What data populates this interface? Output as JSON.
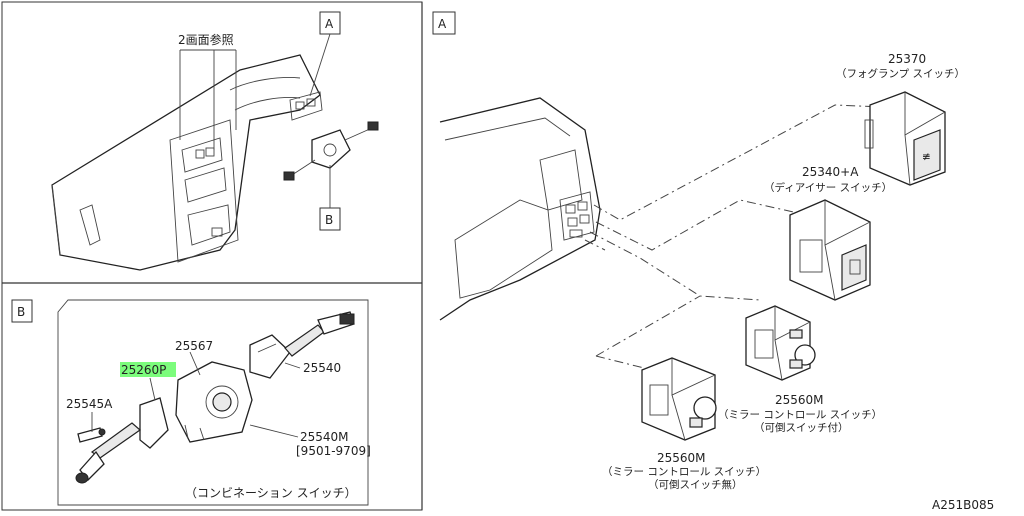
{
  "callouts": {
    "a_label": "A",
    "b_label": "B",
    "see_page2": "2画面参照",
    "b_panel_label": "B",
    "a_panel_label": "A"
  },
  "parts": {
    "p25370_no": "25370",
    "p25370_name": "（フォグランプ スイッチ）",
    "p25340_no": "25340+A",
    "p25340_name": "（ディアイサー スイッチ）",
    "p25560_right_no": "25560M",
    "p25560_right_name": "（ミラー コントロール スイッチ）",
    "p25560_right_note": "（可倒スイッチ付）",
    "p25560_left_no": "25560M",
    "p25560_left_name": "（ミラー コントロール スイッチ）",
    "p25560_left_note": "（可倒スイッチ無）",
    "p25567_no": "25567",
    "p25540_no": "25540",
    "p25260_no": "25260P",
    "p25545_no": "25545A",
    "p25540m_no": "25540M",
    "p25540m_date": "[9501-9709]",
    "combination_name": "（コンビネーション スイッチ）"
  },
  "diagram_id": "A251B085",
  "highlight_color": "#7CFC7C"
}
